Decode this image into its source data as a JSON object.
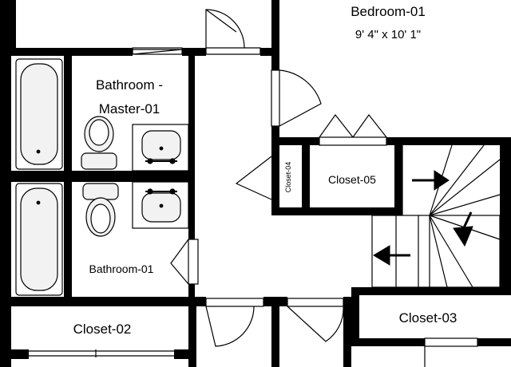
{
  "rooms": {
    "bedroom": {
      "name": "Bedroom-01",
      "dimensions": "9' 4\" x 10' 1\""
    },
    "bath_master": {
      "line1": "Bathroom -",
      "line2": "Master-01"
    },
    "bathroom": {
      "name": "Bathroom-01"
    },
    "closet02": {
      "name": "Closet-02"
    },
    "closet03": {
      "name": "Closet-03"
    },
    "closet04": {
      "name": "Closet-04"
    },
    "closet05": {
      "name": "Closet-05"
    }
  },
  "colors": {
    "wall": "#000000",
    "fixture_fill": "#f2f2f2",
    "background": "#ffffff"
  }
}
